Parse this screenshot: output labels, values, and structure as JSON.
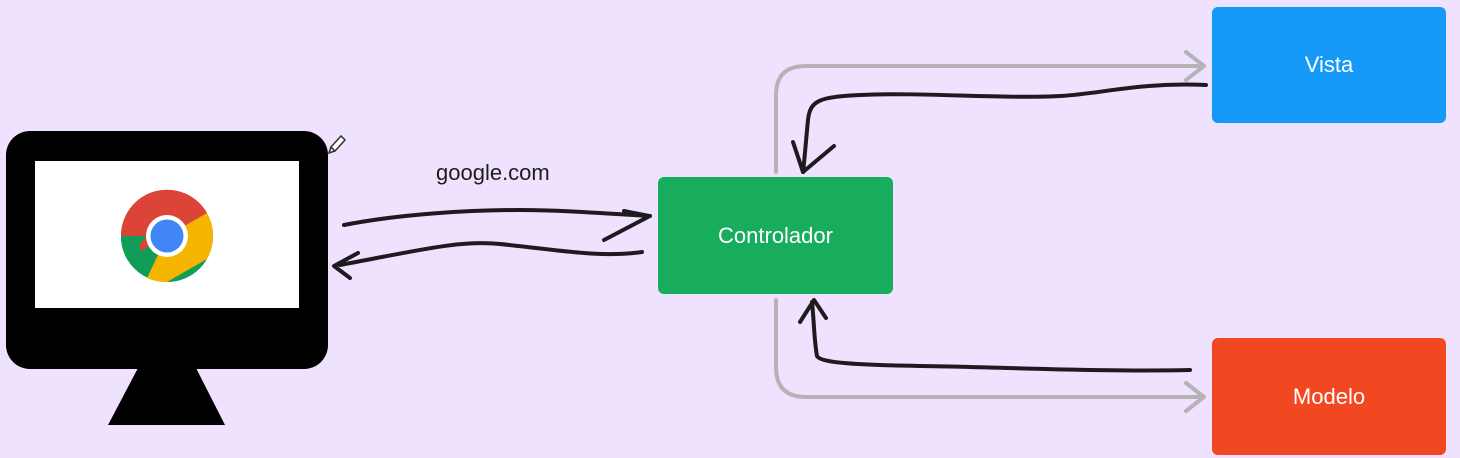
{
  "diagram": {
    "url_label": "google.com",
    "nodes": {
      "vista": {
        "label": "Vista",
        "color": "#1499f7"
      },
      "controlador": {
        "label": "Controlador",
        "color": "#17ad5c"
      },
      "modelo": {
        "label": "Modelo",
        "color": "#f24822"
      }
    },
    "client": {
      "icon": "monitor-icon",
      "browser_icon": "chrome-icon"
    },
    "colors": {
      "background": "#eee2ff",
      "connector": "#b7b2b8",
      "ink": "#1f1a1f"
    }
  }
}
